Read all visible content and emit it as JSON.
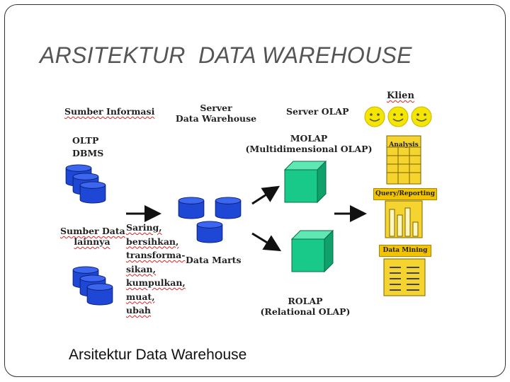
{
  "slide": {
    "title": "ARSITEKTUR  DATA WAREHOUSE",
    "caption": "Arsitektur Data Warehouse"
  },
  "diagram": {
    "sources": {
      "header": "Sumber Informasi",
      "oltp": [
        "OLTP",
        "DBMS"
      ],
      "other": [
        "Sumber Data",
        "lainnya"
      ],
      "process_steps": [
        "Saring,",
        "bersihkan,",
        "transforma-",
        "sikan,",
        "kumpulkan,",
        "muat,",
        "ubah"
      ]
    },
    "server_dw": {
      "header": [
        "Server",
        "Data Warehouse"
      ],
      "marts_label": "Data Marts"
    },
    "olap": {
      "header": "Server OLAP",
      "molap": [
        "MOLAP",
        "(Multidimensional OLAP)"
      ],
      "rolap": [
        "ROLAP",
        "(Relational OLAP)"
      ]
    },
    "client": {
      "header": "Klien",
      "tools": [
        "Analysis",
        "Query/Reporting",
        "Data Mining"
      ]
    },
    "colors": {
      "db_blue": "#1f47d6",
      "cube_green": "#19c98a",
      "face_yellow": "#f5e600",
      "tool_yellow": "#f2c400",
      "arrow": "#111111"
    }
  }
}
